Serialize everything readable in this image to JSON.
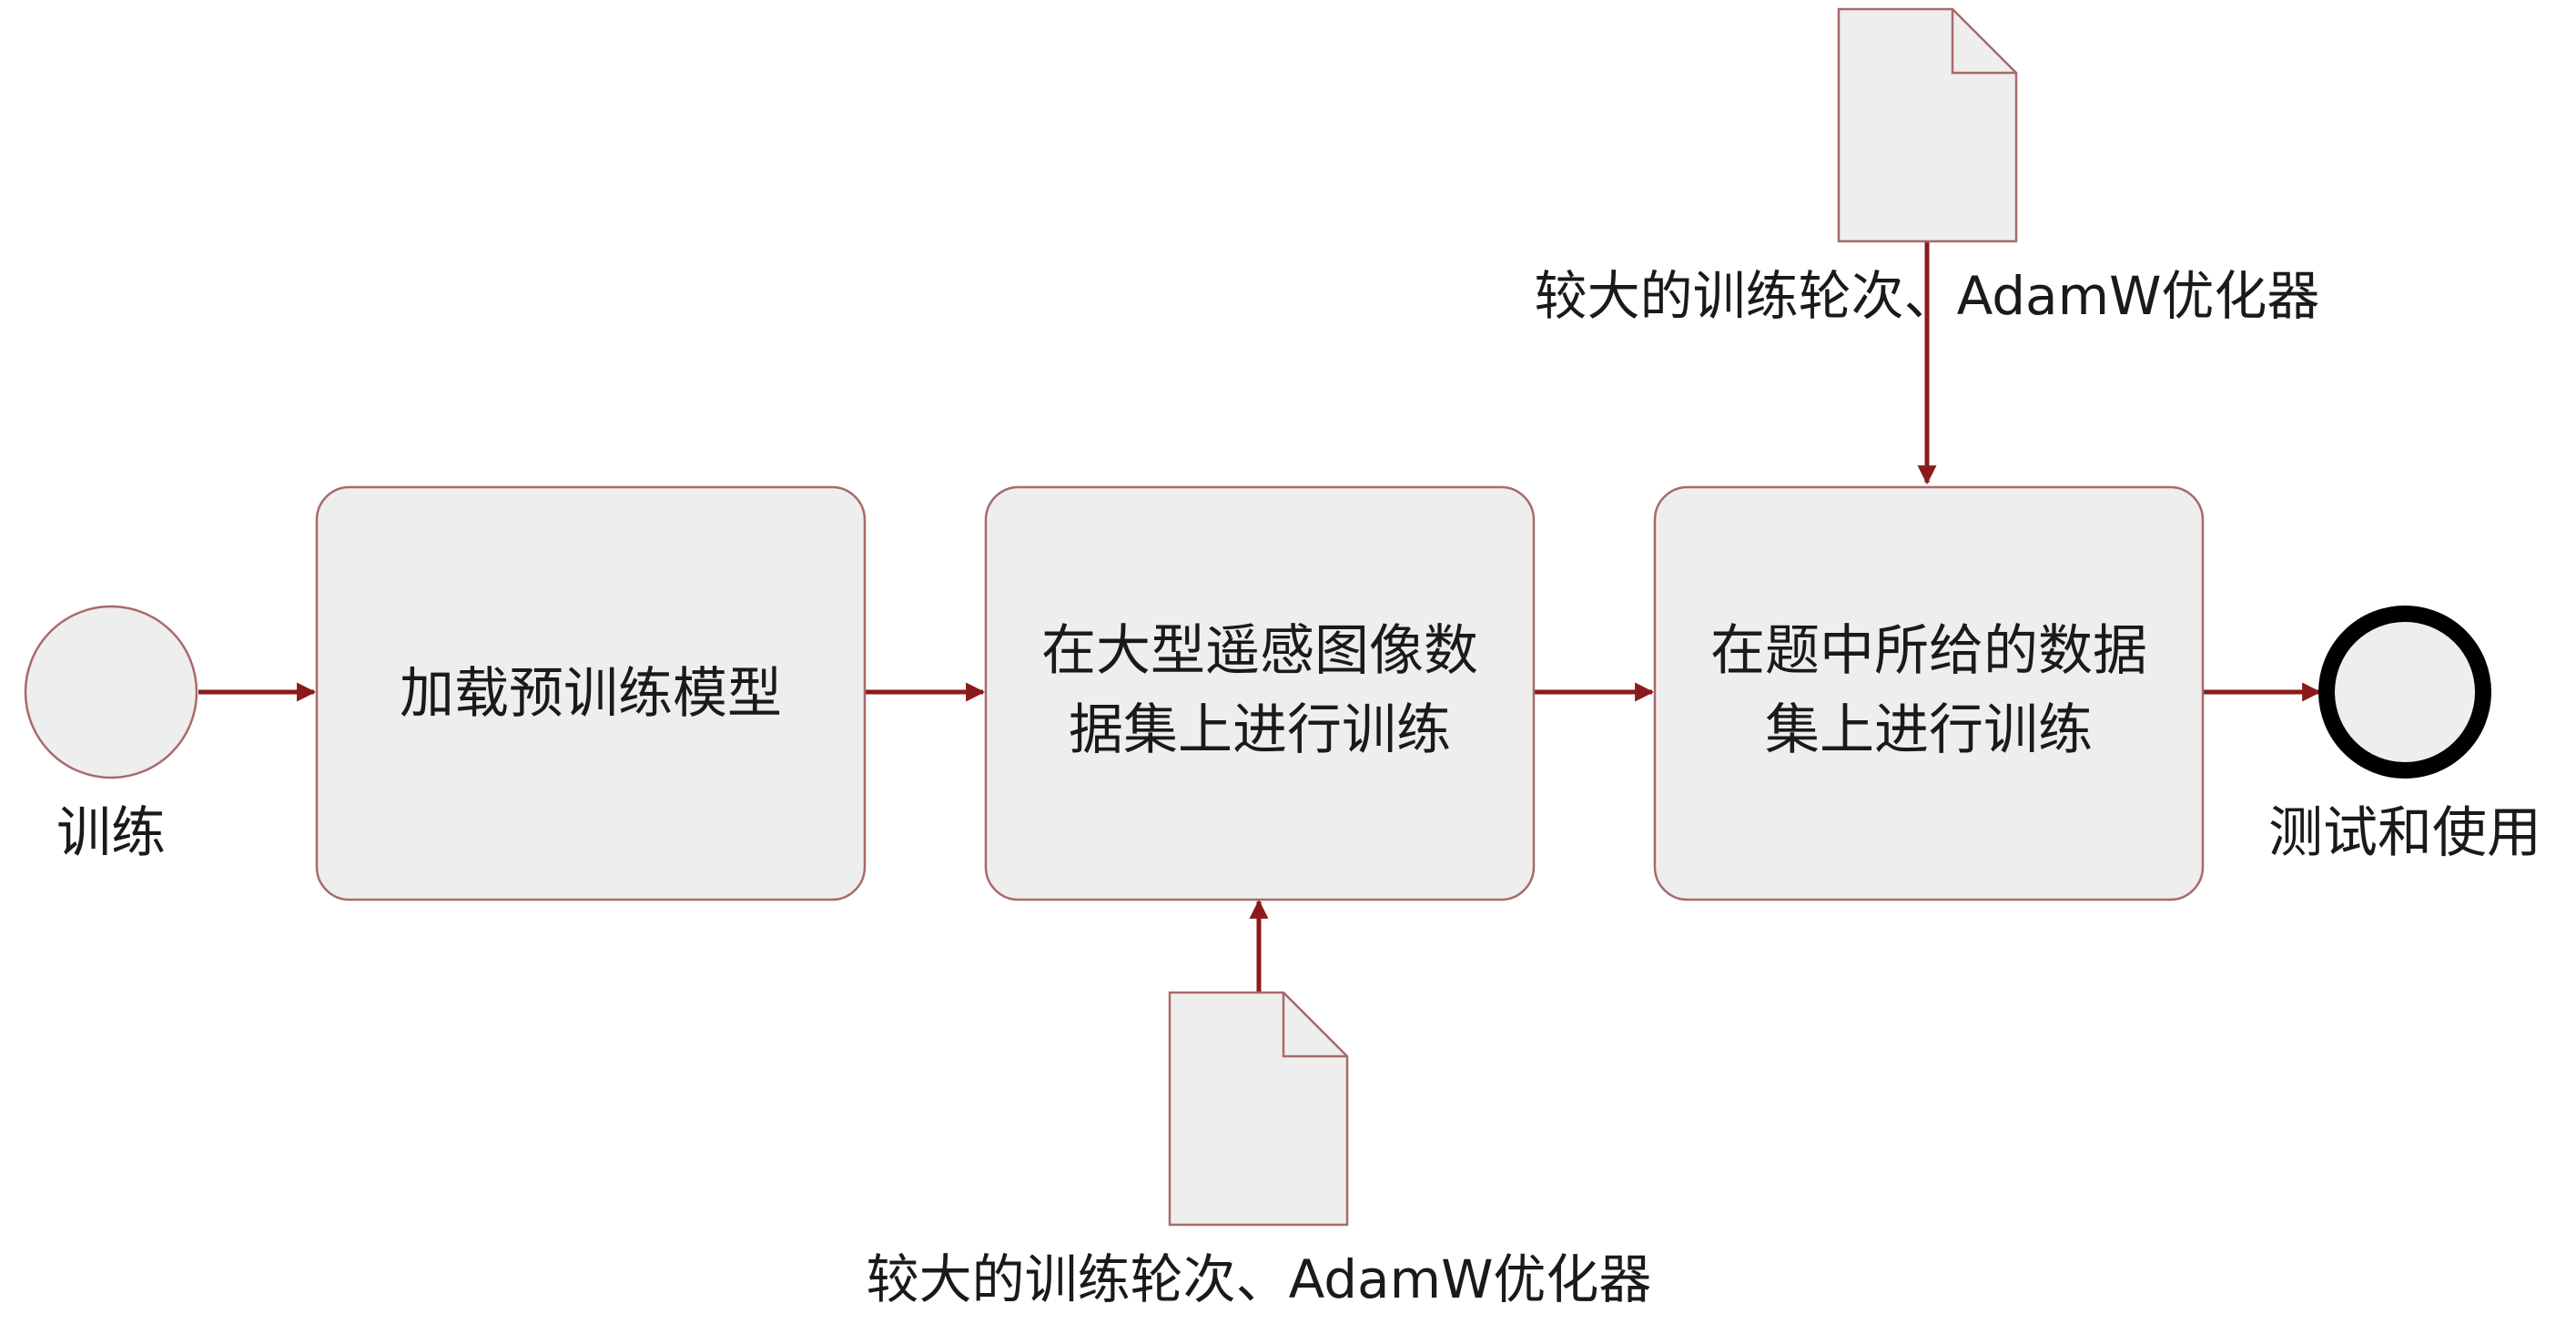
{
  "colors": {
    "shape_fill": "#eeeeee",
    "shape_stroke": "#a86a6a",
    "arrow": "#8b1a1a",
    "end_ring": "#000000",
    "text": "#1a1a1a"
  },
  "start_event": {
    "label": "训练"
  },
  "end_event": {
    "label": "测试和使用"
  },
  "tasks": [
    {
      "lines": [
        "加载预训练模型"
      ]
    },
    {
      "lines": [
        "在大型遥感图像数",
        "据集上进行训练"
      ]
    },
    {
      "lines": [
        "在题中所给的数据",
        "集上进行训练"
      ]
    }
  ],
  "documents": [
    {
      "label": "较大的训练轮次、AdamW优化器",
      "attached_to": "task-3",
      "position": "top"
    },
    {
      "label": "较大的训练轮次、AdamW优化器",
      "attached_to": "task-2",
      "position": "bottom"
    }
  ]
}
